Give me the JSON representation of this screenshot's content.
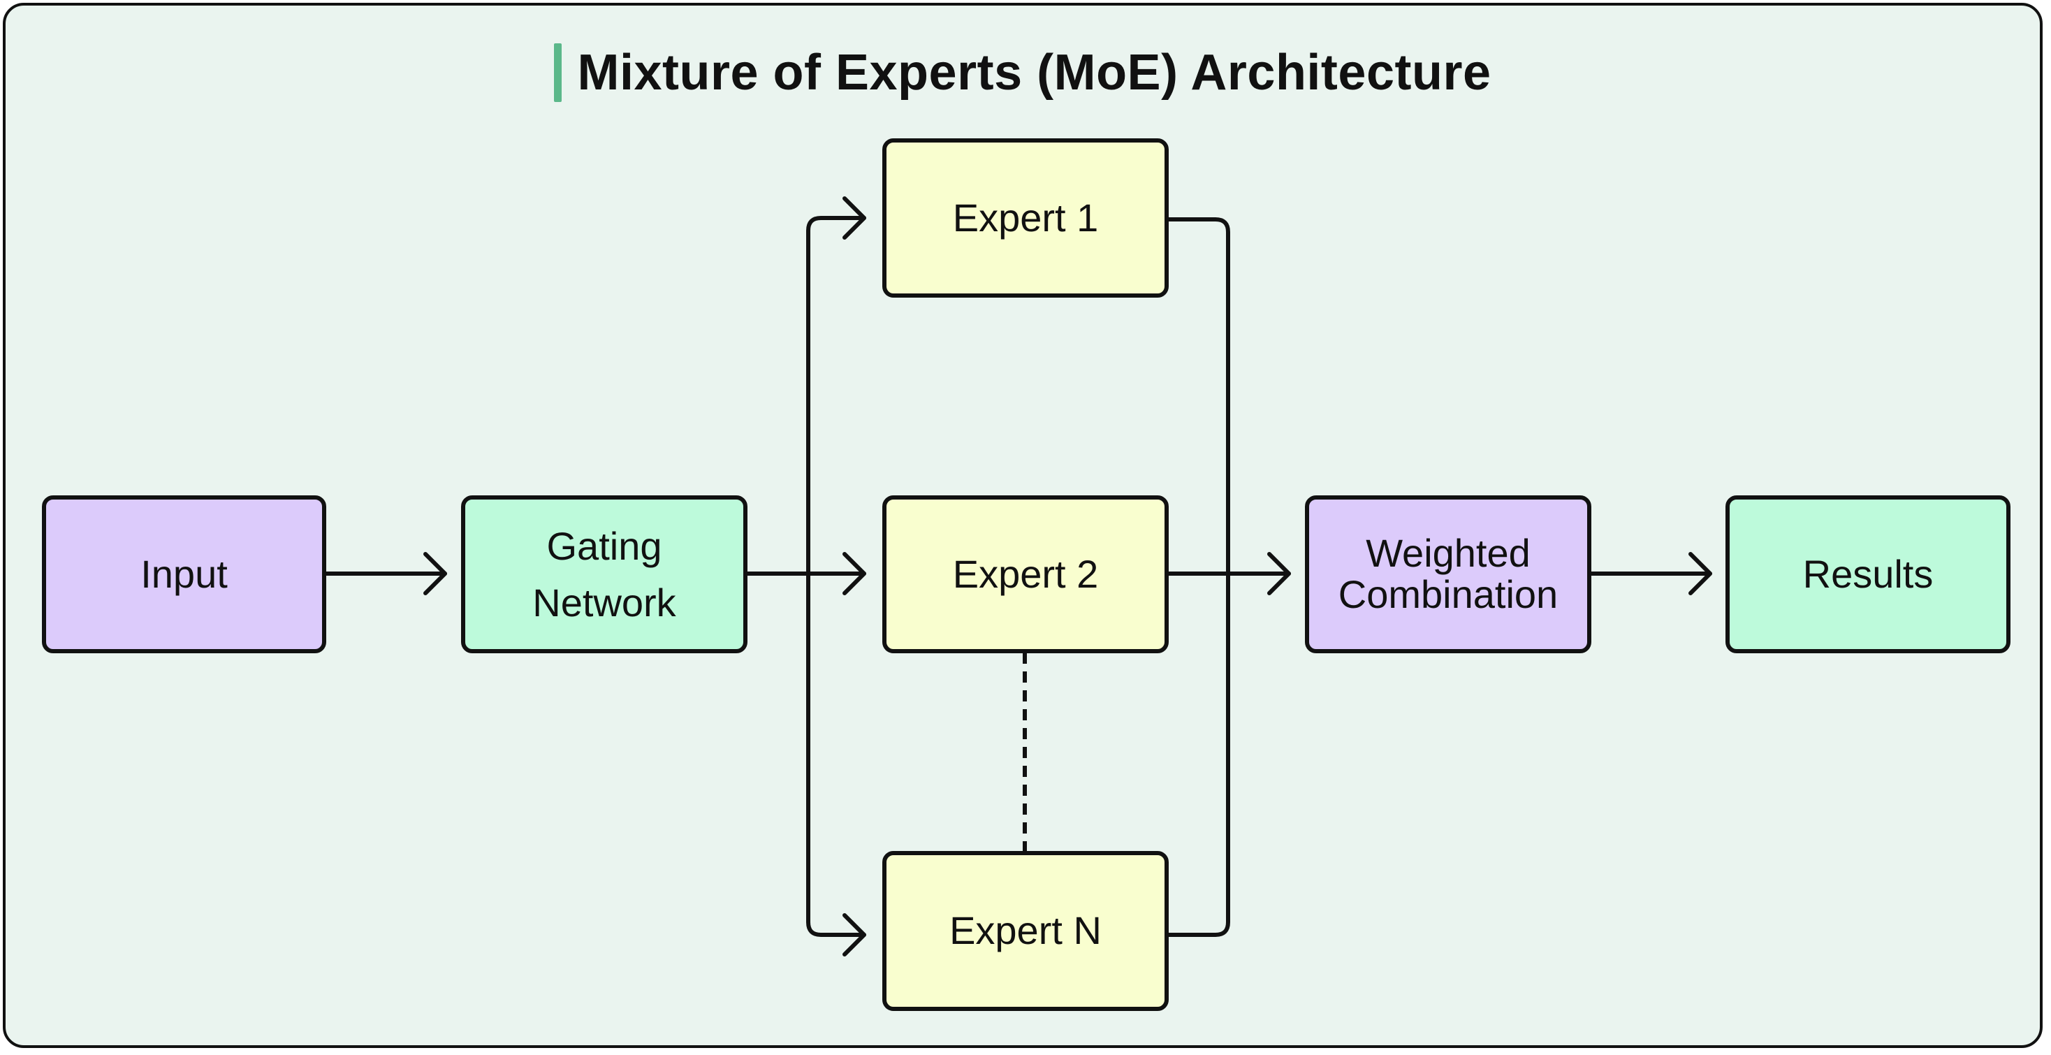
{
  "title": "Mixture of Experts (MoE) Architecture",
  "colors": {
    "background": "#eaf4ef",
    "title_accent": "#5bb88a",
    "purple_node": "#dccbfb",
    "green_node": "#bdfadb",
    "yellow_node": "#f9fecf",
    "stroke": "#111111"
  },
  "nodes": {
    "input": "Input",
    "gating_network": "Gating Network",
    "expert_1": "Expert 1",
    "expert_2": "Expert 2",
    "expert_n": "Expert N",
    "weighted_combination": "Weighted Combination",
    "results": "Results"
  },
  "edges": [
    {
      "from": "input",
      "to": "gating_network"
    },
    {
      "from": "gating_network",
      "to": "expert_1"
    },
    {
      "from": "gating_network",
      "to": "expert_2"
    },
    {
      "from": "gating_network",
      "to": "expert_n"
    },
    {
      "from": "expert_1",
      "to": "weighted_combination"
    },
    {
      "from": "expert_2",
      "to": "weighted_combination"
    },
    {
      "from": "expert_n",
      "to": "weighted_combination"
    },
    {
      "from": "weighted_combination",
      "to": "results"
    },
    {
      "from": "expert_2",
      "to": "expert_n",
      "style": "dotted"
    }
  ]
}
